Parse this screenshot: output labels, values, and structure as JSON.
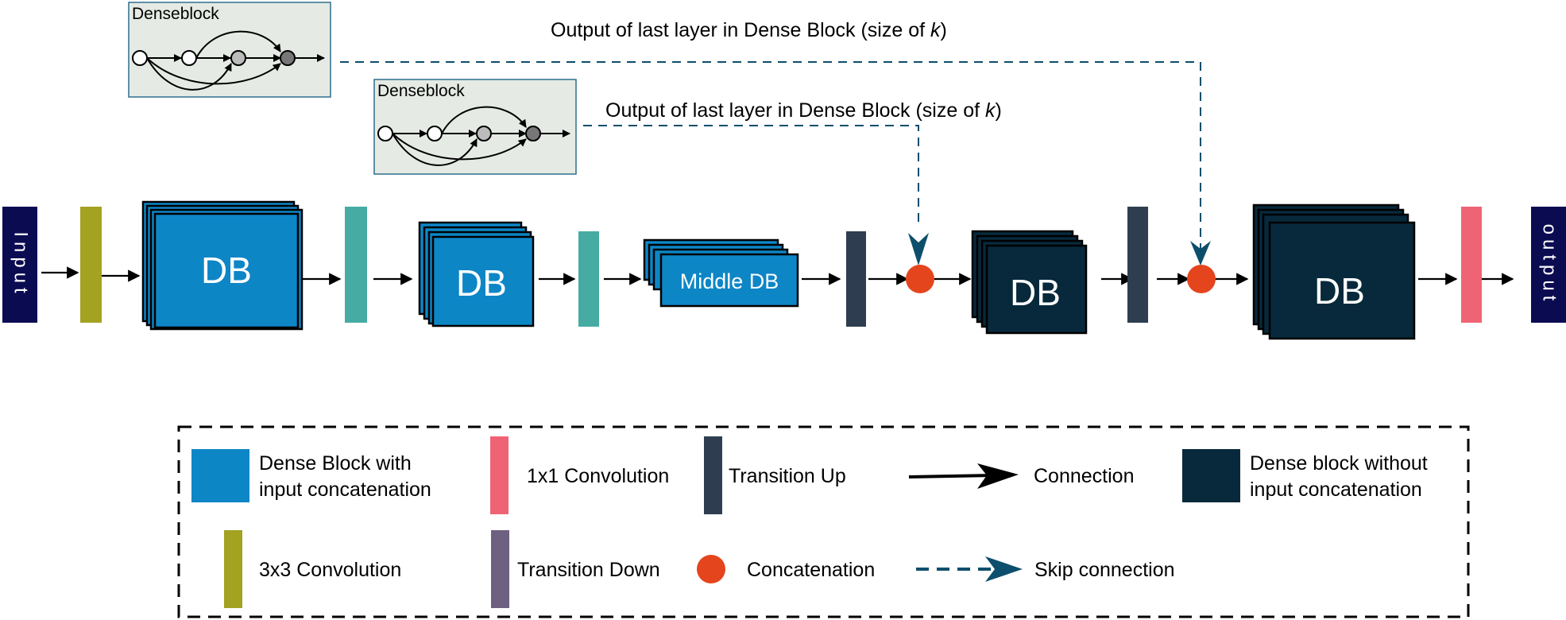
{
  "colors": {
    "input_output": "#0b0b52",
    "conv3x3": "#a3a221",
    "conv1x1": "#ef6475",
    "transition_down": "#46aca3",
    "transition_up": "#2e3e50",
    "legend_transition_down": "#6e6080",
    "dense_block_concat": "#0d86c6",
    "dense_block_no_concat": "#07293b",
    "concatenation": "#e5451d",
    "skip": "#0d4e6c",
    "inset_bg": "#e5ebe4",
    "inset_border": "#2f6f8c"
  },
  "network": {
    "input_label": "Input",
    "output_label": "output",
    "db_label": "DB",
    "middle_db_label": "Middle DB"
  },
  "insets": [
    {
      "title": "Denseblock",
      "caption": "Output of last layer in Dense Block (size of ",
      "caption_k": "k",
      "caption_end": ")"
    },
    {
      "title": "Denseblock",
      "caption": "Output of last layer in Dense Block (size of ",
      "caption_k": "k",
      "caption_end": ")"
    }
  ],
  "legend": {
    "dense_block_concat": [
      "Dense Block with",
      "input concatenation"
    ],
    "conv1x1": "1x1 Convolution",
    "transition_up": "Transition Up",
    "connection": "Connection",
    "dense_block_no_concat": [
      "Dense block without",
      "input concatenation"
    ],
    "conv3x3": "3x3 Convolution",
    "transition_down": "Transition Down",
    "concatenation": "Concatenation",
    "skip_connection": "Skip connection"
  }
}
